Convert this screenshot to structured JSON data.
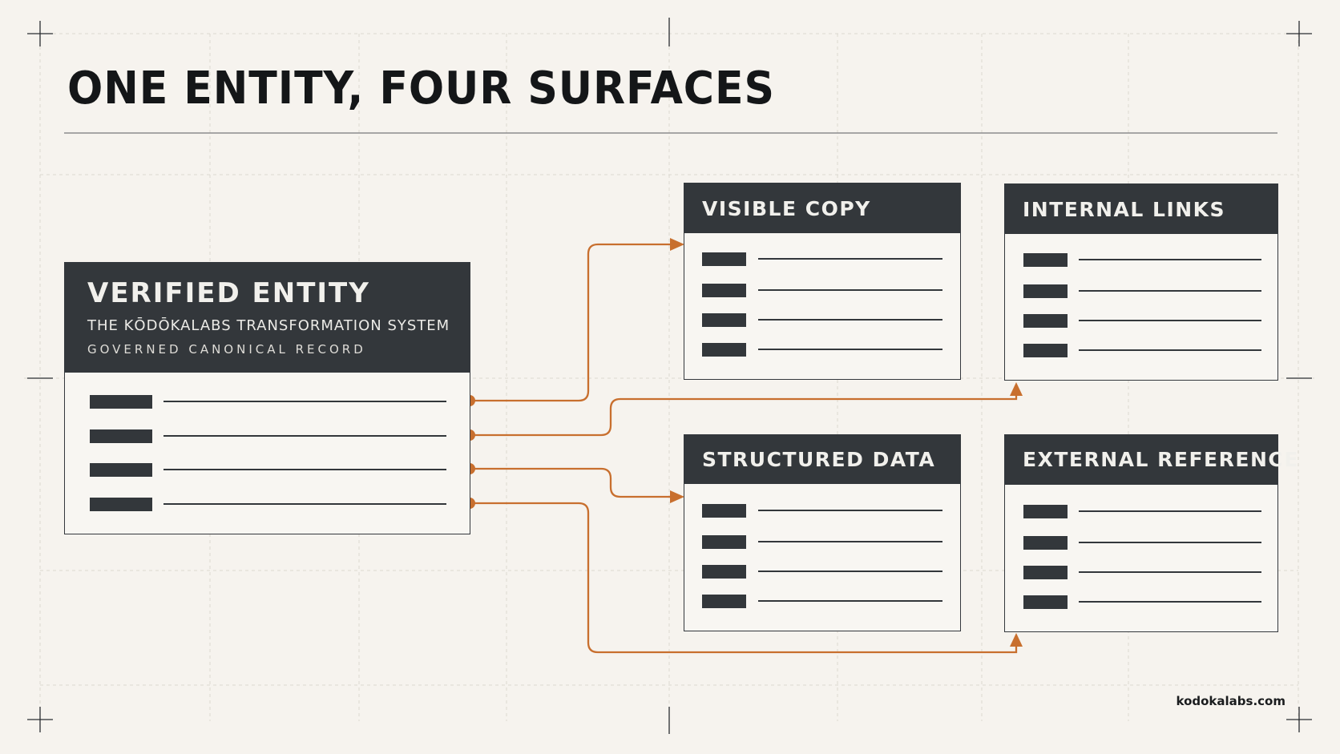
{
  "diagram": {
    "title": "ONE ENTITY, FOUR SURFACES",
    "source": {
      "title": "VERIFIED ENTITY",
      "subtitle": "THE KŌDŌKALABS TRANSFORMATION SYSTEM",
      "caption": "GOVERNED CANONICAL RECORD"
    },
    "surfaces": [
      {
        "title": "VISIBLE COPY"
      },
      {
        "title": "INTERNAL LINKS"
      },
      {
        "title": "STRUCTURED DATA"
      },
      {
        "title": "EXTERNAL REFERENCE"
      }
    ],
    "connections": [
      {
        "from_row": 1,
        "to": "VISIBLE COPY"
      },
      {
        "from_row": 2,
        "to": "INTERNAL LINKS"
      },
      {
        "from_row": 3,
        "to": "STRUCTURED DATA"
      },
      {
        "from_row": 4,
        "to": "EXTERNAL REFERENCE"
      }
    ],
    "footer": "kodokalabs.com"
  },
  "colors": {
    "background": "#f6f3ee",
    "panel_header": "#33373b",
    "connector": "#c86f2e",
    "text_dark": "#141618"
  }
}
